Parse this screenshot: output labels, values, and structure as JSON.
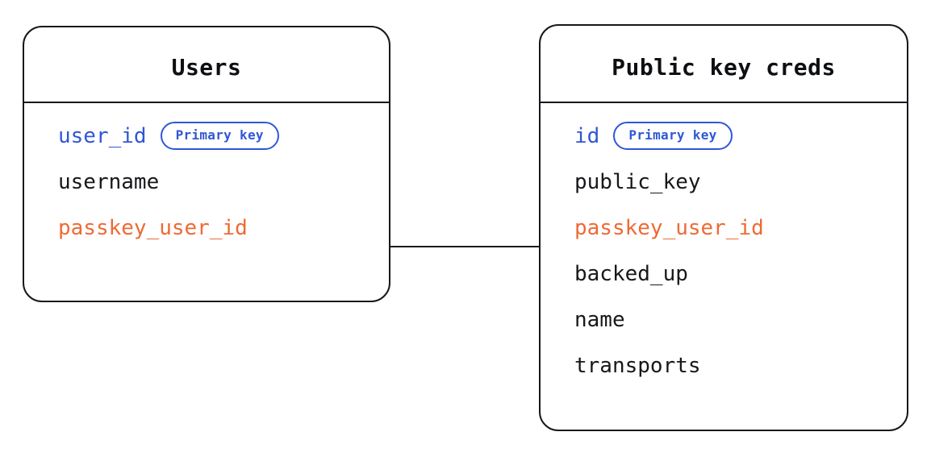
{
  "diagram": {
    "type": "entity-relationship-diagram",
    "background_color": "#ffffff",
    "colors": {
      "border": "#16181d",
      "text": "#17181b",
      "primary_key": "#3057d4",
      "foreign_key": "#ee6a35",
      "connector": "#1a1a1a"
    },
    "badge_label": "Primary key",
    "entities": [
      {
        "id": "users",
        "title": "Users",
        "fields": [
          {
            "name": "user_id",
            "role": "primary",
            "badge": "Primary key"
          },
          {
            "name": "username",
            "role": "normal",
            "badge": ""
          },
          {
            "name": "passkey_user_id",
            "role": "foreign",
            "badge": ""
          }
        ]
      },
      {
        "id": "public-key-creds",
        "title": "Public key creds",
        "fields": [
          {
            "name": "id",
            "role": "primary",
            "badge": "Primary key"
          },
          {
            "name": "public_key",
            "role": "normal",
            "badge": ""
          },
          {
            "name": "passkey_user_id",
            "role": "foreign",
            "badge": ""
          },
          {
            "name": "backed_up",
            "role": "normal",
            "badge": ""
          },
          {
            "name": "name",
            "role": "normal",
            "badge": ""
          },
          {
            "name": "transports",
            "role": "normal",
            "badge": ""
          }
        ]
      }
    ],
    "relationships": [
      {
        "from_entity": "users",
        "from_field": "passkey_user_id",
        "to_entity": "public-key-creds",
        "to_field": "passkey_user_id"
      }
    ]
  }
}
